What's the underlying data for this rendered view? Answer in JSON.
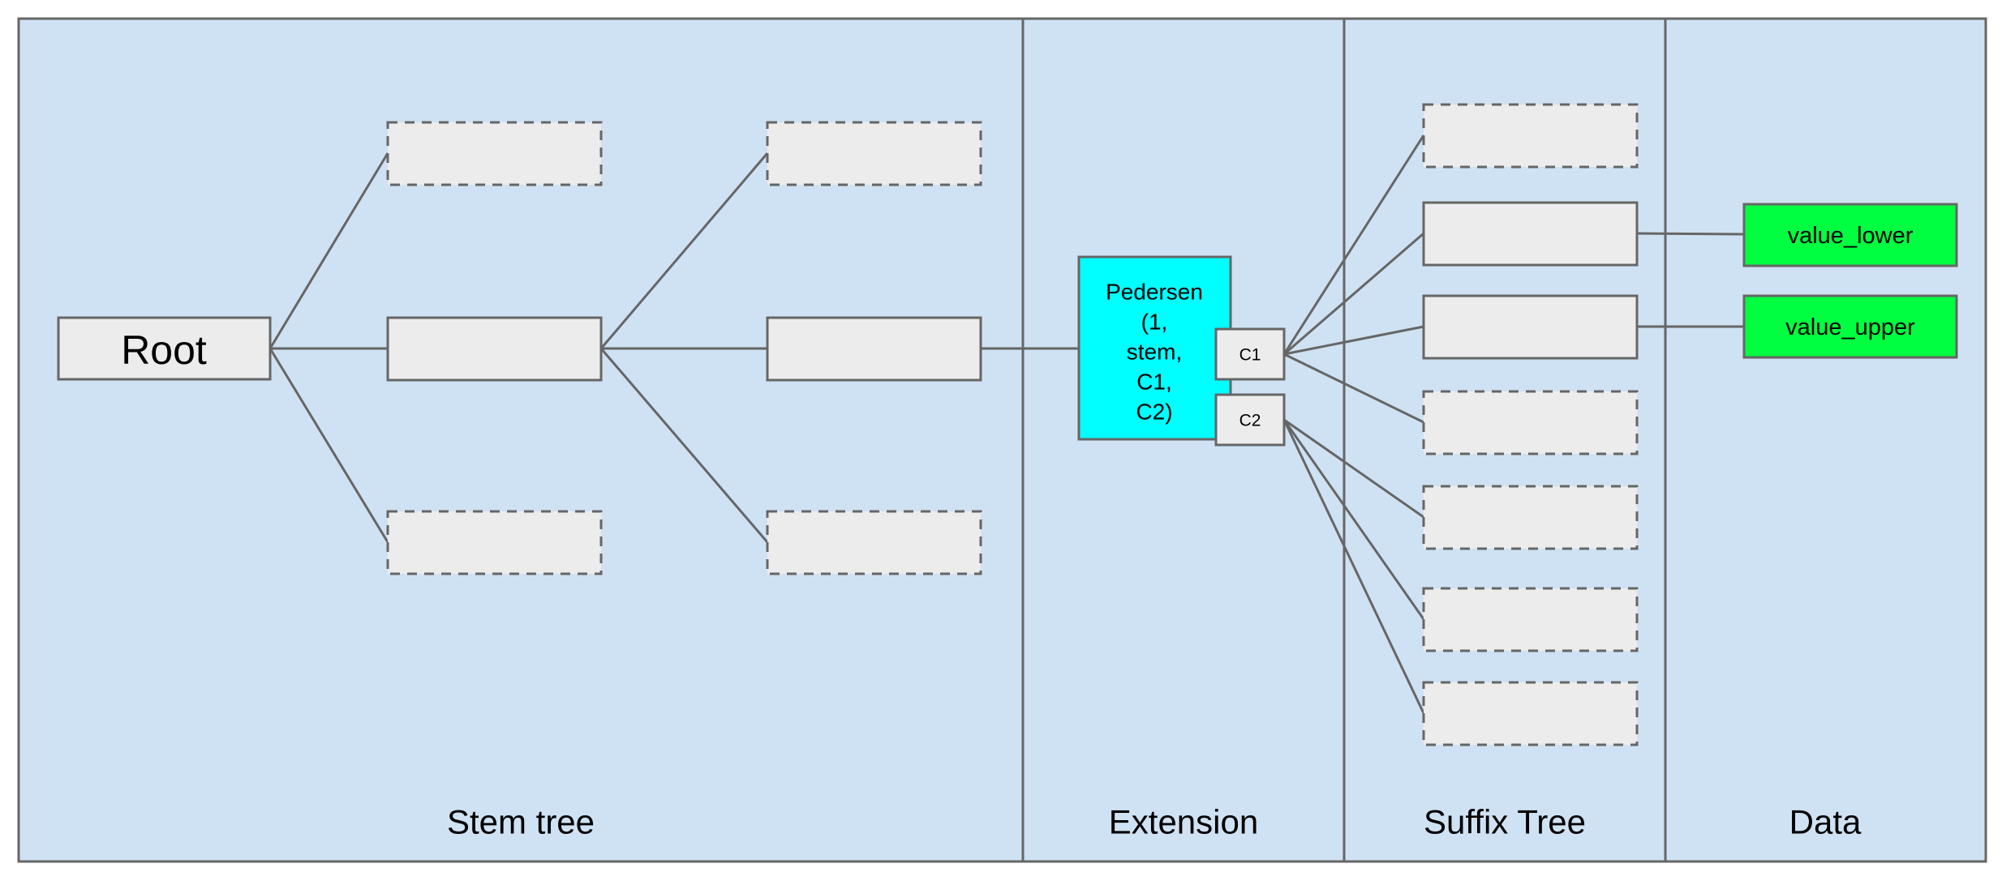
{
  "sections": {
    "stem": "Stem tree",
    "extension": "Extension",
    "suffix": "Suffix Tree",
    "data": "Data"
  },
  "nodes": {
    "root": "Root",
    "pedersen_lines": [
      "Pedersen",
      "(1,",
      "stem,",
      "C1,",
      "C2)"
    ],
    "c1": "C1",
    "c2": "C2",
    "value_lower": "value_lower",
    "value_upper": "value_upper"
  },
  "colors": {
    "page_background": "#ffffff",
    "canvas_fill": "#cfe2f3",
    "node_fill": "#ececec",
    "stroke": "#666666",
    "pedersen_fill": "#00ffff",
    "value_fill": "#00ff40",
    "text": "#000000"
  }
}
